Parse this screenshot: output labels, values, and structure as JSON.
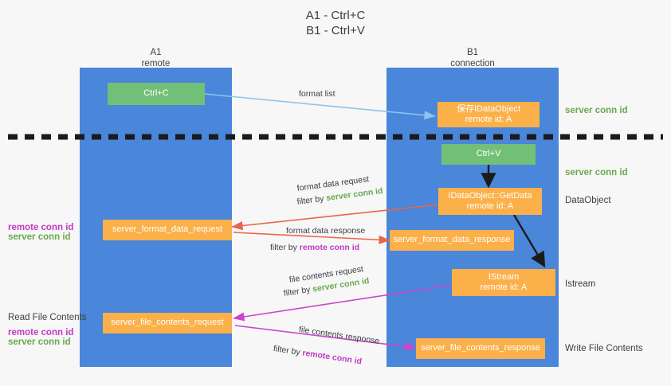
{
  "title": {
    "line1": "A1 - Ctrl+C",
    "line2": "B1 - Ctrl+V"
  },
  "lanes": [
    {
      "name": "A1",
      "sub": "remote",
      "color": "#4a86d9"
    },
    {
      "name": "B1",
      "sub": "connection",
      "color": "#4a86d9"
    }
  ],
  "colors": {
    "lane": "#4a86d9",
    "green_box": "#72c077",
    "orange_box": "#fbb04a",
    "server_conn_id": "#6aa84f",
    "remote_conn_id": "#c239c2",
    "arrow_blue": "#8fc4ea",
    "arrow_red": "#e8654a",
    "arrow_magenta": "#cc44cc",
    "arrow_black": "#1b1b1b",
    "divider": "#1b1b1b",
    "background": "#f7f7f7"
  },
  "boxes": {
    "ctrl_c": {
      "label": "Ctrl+C",
      "style": "green"
    },
    "ctrl_v": {
      "label": "Ctrl+V",
      "style": "green"
    },
    "save_dataobject": {
      "line1": "保存IDataObject",
      "line2": "remote id: A",
      "style": "orange"
    },
    "getdata": {
      "line1": "IDataObject::GetData",
      "line2": "remote id: A",
      "style": "orange"
    },
    "istream": {
      "line1": "IStream",
      "line2": "remote id: A",
      "style": "orange"
    },
    "server_format_data_request": {
      "label": "server_format_data_request",
      "style": "orange"
    },
    "server_format_data_response": {
      "label": "server_format_data_response",
      "style": "orange"
    },
    "server_file_contents_request": {
      "label": "server_file_contents_request",
      "style": "orange"
    },
    "server_file_contents_response": {
      "label": "server_file_contents_response",
      "style": "orange"
    }
  },
  "edge_labels": {
    "format_list": "format list",
    "format_data_request": "format data request",
    "format_data_request_filter_prefix": "filter by ",
    "format_data_request_filter_value": "server conn id",
    "format_data_response": "format data response",
    "format_data_response_filter_prefix": "filter by ",
    "format_data_response_filter_value": "remote conn id",
    "file_contents_request": "file contents request",
    "file_contents_request_filter_prefix": "filter by ",
    "file_contents_request_filter_value": "server conn id",
    "file_contents_response": "file contents response",
    "file_contents_response_filter_prefix": "filter by ",
    "file_contents_response_filter_value": "remote conn id"
  },
  "right_labels": {
    "server_conn_id_top": "server conn id",
    "server_conn_id_mid": "server conn id",
    "dataobject": "DataObject",
    "istream": "Istream",
    "write_file_contents": "Write File Contents"
  },
  "left_labels": {
    "remote_conn_id_1": "remote conn id",
    "server_conn_id_1": "server conn id",
    "read_file_contents": "Read File Contents",
    "remote_conn_id_2": "remote conn id",
    "server_conn_id_2": "server conn id"
  }
}
